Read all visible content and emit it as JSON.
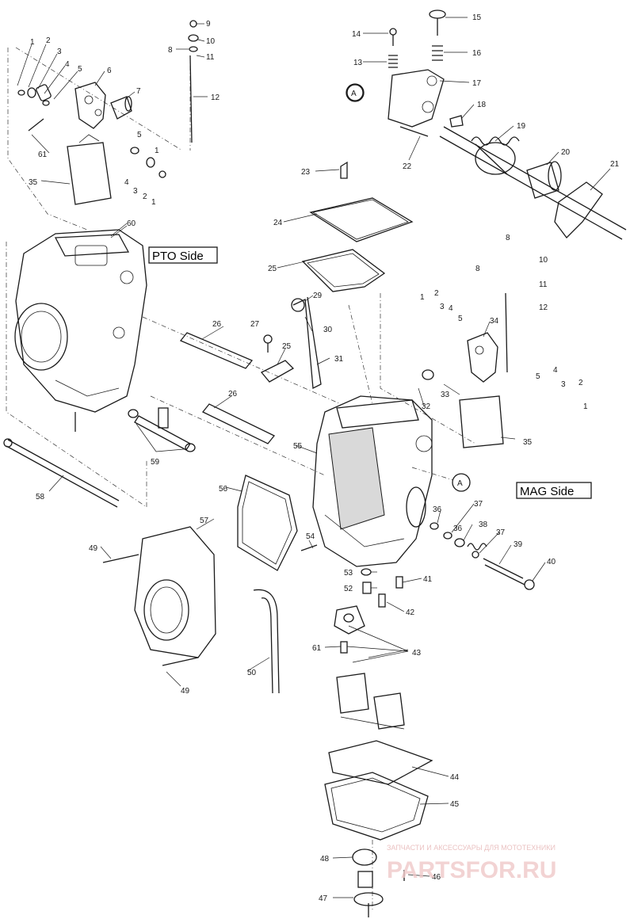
{
  "labels": {
    "pto_side": "PTO Side",
    "mag_side": "MAG Side",
    "callout_a": "A"
  },
  "part_numbers": {
    "p1": "1",
    "p2": "2",
    "p3": "3",
    "p4": "4",
    "p5": "5",
    "p6": "6",
    "p7": "7",
    "p8": "8",
    "p9": "9",
    "p10": "10",
    "p11": "11",
    "p12": "12",
    "p13": "13",
    "p14": "14",
    "p15": "15",
    "p16": "16",
    "p17": "17",
    "p18": "18",
    "p19": "19",
    "p20": "20",
    "p21": "21",
    "p22": "22",
    "p23": "23",
    "p24": "24",
    "p25": "25",
    "p26": "26",
    "p27": "27",
    "p29": "29",
    "p30": "30",
    "p31": "31",
    "p32": "32",
    "p33": "33",
    "p34": "34",
    "p35": "35",
    "p36": "36",
    "p37": "37",
    "p38": "38",
    "p39": "39",
    "p40": "40",
    "p41": "41",
    "p42": "42",
    "p43": "43",
    "p44": "44",
    "p45": "45",
    "p46": "46",
    "p47": "47",
    "p48": "48",
    "p49": "49",
    "p50": "50",
    "p52": "52",
    "p53": "53",
    "p54": "54",
    "p55": "55",
    "p56": "56",
    "p57": "57",
    "p58": "58",
    "p59": "59",
    "p60": "60",
    "p61": "61"
  },
  "watermark": {
    "tagline": "ЗАПЧАСТИ И АКСЕССУАРЫ ДЛЯ МОТОТЕХНИКИ",
    "logo": "PARTSFOR.RU"
  },
  "colors": {
    "line": "#1a1a1a",
    "background": "#ffffff",
    "watermark": "#f0c9c9"
  }
}
